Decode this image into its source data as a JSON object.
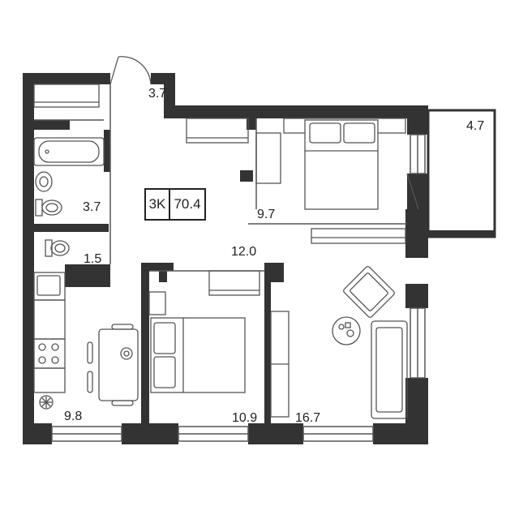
{
  "plan": {
    "wall_color": "#333333",
    "line_color": "#555555",
    "apartment_type": "3K",
    "total_area": "70.4",
    "rooms": [
      {
        "id": "hall-area",
        "label": "3.7"
      },
      {
        "id": "bathroom-area",
        "label": "3.7"
      },
      {
        "id": "toilet-area",
        "label": "1.5"
      },
      {
        "id": "kitchen-area",
        "label": "9.8"
      },
      {
        "id": "bedroom1-area",
        "label": "9.7"
      },
      {
        "id": "balcony-area",
        "label": "4.7"
      },
      {
        "id": "corridor-area",
        "label": "12.0"
      },
      {
        "id": "bedroom2-area",
        "label": "10.9"
      },
      {
        "id": "living-area",
        "label": "16.7"
      }
    ]
  }
}
